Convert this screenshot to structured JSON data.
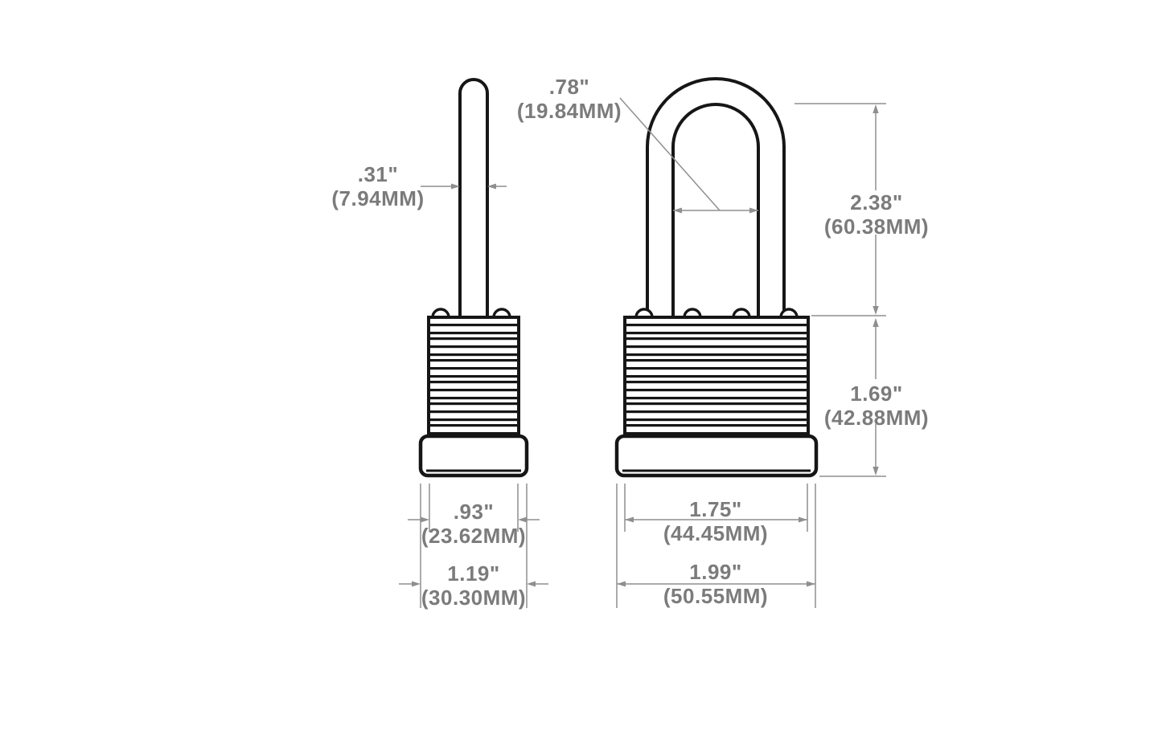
{
  "diagram": {
    "type": "padlock-dimension-drawing",
    "colors": {
      "outline": "#161616",
      "dimension_line": "#8f8f8f",
      "dimension_text": "#7b7b7b",
      "background": "#ffffff"
    },
    "dimensions": {
      "shackle_diameter": {
        "inches": ".31\"",
        "mm": "(7.94MM)"
      },
      "shackle_inner_width": {
        "inches": ".78\"",
        "mm": "(19.84MM)"
      },
      "shackle_height": {
        "inches": "2.38\"",
        "mm": "(60.38MM)"
      },
      "body_height": {
        "inches": "1.69\"",
        "mm": "(42.88MM)"
      },
      "body_depth": {
        "inches": ".93\"",
        "mm": "(23.62MM)"
      },
      "base_depth": {
        "inches": "1.19\"",
        "mm": "(30.30MM)"
      },
      "body_width": {
        "inches": "1.75\"",
        "mm": "(44.45MM)"
      },
      "base_width": {
        "inches": "1.99\"",
        "mm": "(50.55MM)"
      }
    }
  }
}
